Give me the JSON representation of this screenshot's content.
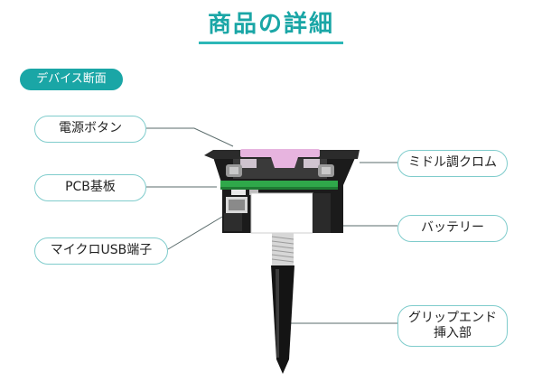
{
  "title": "商品の詳細",
  "section": "デバイス断面",
  "callouts": {
    "power_button": "電源ボタン",
    "pcb": "PCB基板",
    "micro_usb": "マイクロUSB端子",
    "chrome": "ミドル調クロム",
    "battery": "バッテリー",
    "grip_line1": "グリップエンド",
    "grip_line2": "挿入部"
  },
  "colors": {
    "accent": "#1aa6a6",
    "callout_border": "#7fcccc",
    "device_body": "#1c1c1c",
    "pcb_green": "#2fa84a",
    "button_pink": "#e7b4df"
  }
}
